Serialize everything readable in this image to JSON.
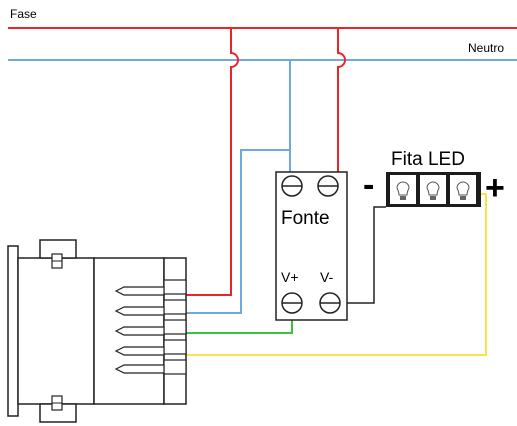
{
  "labels": {
    "fase": "Fase",
    "neutro": "Neutro",
    "fonte": "Fonte",
    "v_plus": "V+",
    "v_minus": "V-",
    "fita_led": "Fita LED",
    "minus_sign": "-",
    "plus_sign": "+"
  },
  "colors": {
    "fase": "#e8262a",
    "neutro": "#6fa8dc",
    "ground": "#39c43a",
    "yellow": "#f4e54a",
    "black": "#222222"
  },
  "icons": [
    "lightbulb-icon",
    "lightbulb-icon",
    "lightbulb-icon"
  ]
}
